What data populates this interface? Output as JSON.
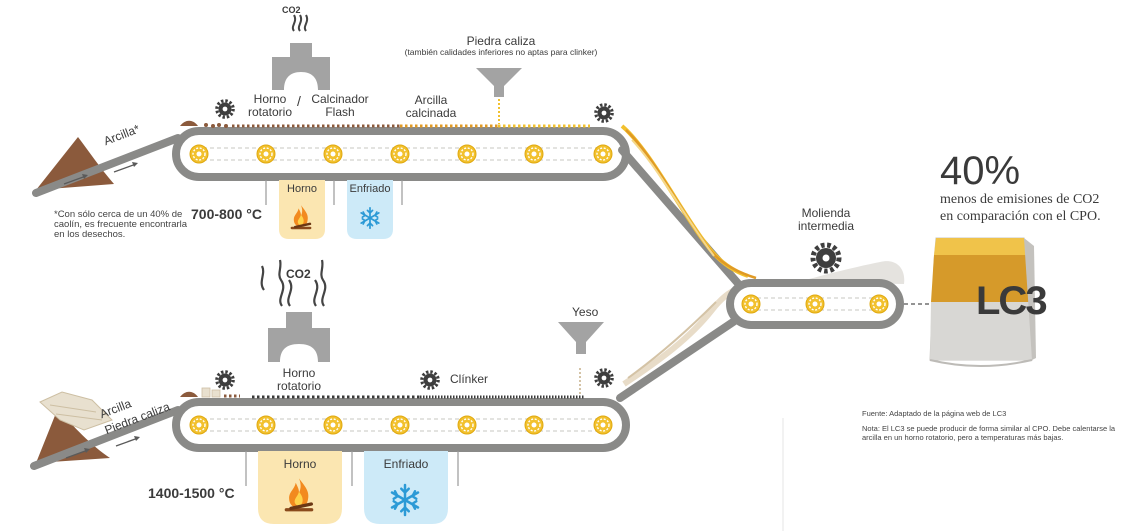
{
  "top_line": {
    "arcilla_label": "Arcilla*",
    "horno_label": "Horno rotatorio",
    "separator": "/",
    "calcinador_label": "Calcinador Flash",
    "arcilla_calcinada_label": "Arcilla calcinada",
    "piedra_caliza_title": "Piedra caliza",
    "piedra_caliza_note": "(también calidades inferiores no aptas para clinker)",
    "co2_label": "CO2",
    "horno_box_label": "Horno",
    "enfriado_box_label": "Enfriado",
    "temperature": "700-800 °C",
    "footnote": "*Con sólo cerca de un 40% de caolín, es frecuente encontrarla en los desechos."
  },
  "bottom_line": {
    "arcilla_label": "Arcilla",
    "piedra_label": "Piedra caliza",
    "co2_label": "CO2",
    "horno_label": "Horno rotatorio",
    "clinker_label": "Clínker",
    "yeso_label": "Yeso",
    "horno_box_label": "Horno",
    "enfriado_box_label": "Enfriado",
    "temperature": "1400-1500 °C"
  },
  "molienda": {
    "label": "Molienda intermedia"
  },
  "result": {
    "percent": "40%",
    "line1": "menos de emisiones de CO2",
    "line2": "en comparación con el CPO.",
    "bag_label": "LC3"
  },
  "source": {
    "fuente": "Fuente: Adaptado de la página web de LC3",
    "nota": "Nota: El LC3 se puede producir de forma similar al CPO. Debe calentarse la arcilla en un horno rotatorio, pero a temperaturas más bajas."
  },
  "colors": {
    "belt": "#8a8a88",
    "gear_yellow": "#f2c12e",
    "clay_brown": "#8b5a3c",
    "calcined_orange": "#e09a25",
    "horno_box": "#fbe6b1",
    "enfriado_box": "#cdeaf8",
    "chimney": "#a3a3a3"
  }
}
